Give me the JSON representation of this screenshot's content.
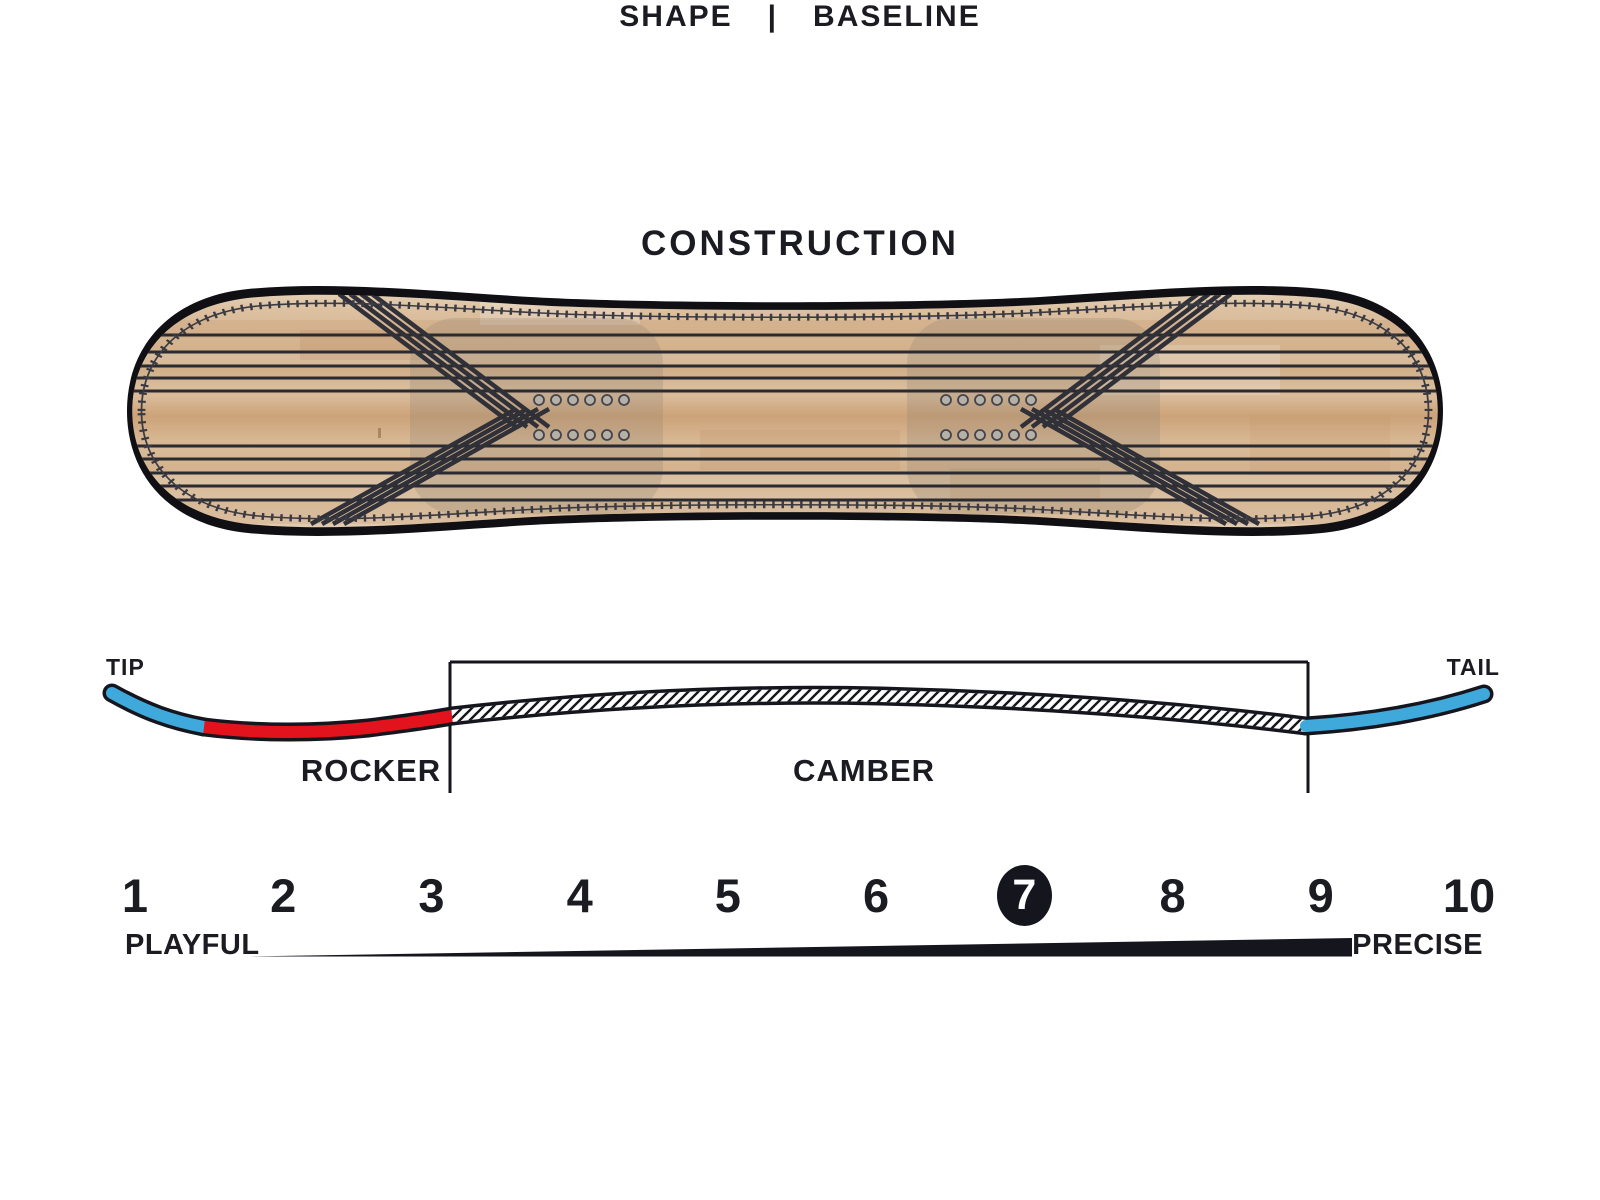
{
  "construction": {
    "title": "CONSTRUCTION"
  },
  "shape_baseline": {
    "heading_left": "SHAPE",
    "heading_divider": "|",
    "heading_right": "BASELINE",
    "tip_label": "TIP",
    "tail_label": "TAIL",
    "rocker_label": "ROCKER",
    "camber_label": "CAMBER"
  },
  "scale": {
    "values": [
      "1",
      "2",
      "3",
      "4",
      "5",
      "6",
      "7",
      "8",
      "9",
      "10"
    ],
    "highlighted_value": "7",
    "left_label": "PLAYFUL",
    "right_label": "PRECISE"
  },
  "colors": {
    "ink": "#1b1b22",
    "tip_tail_blue": "#3fa9dc",
    "rocker_red": "#e3131e",
    "camber_fill": "#ffffff",
    "wedge_black": "#15151e"
  }
}
